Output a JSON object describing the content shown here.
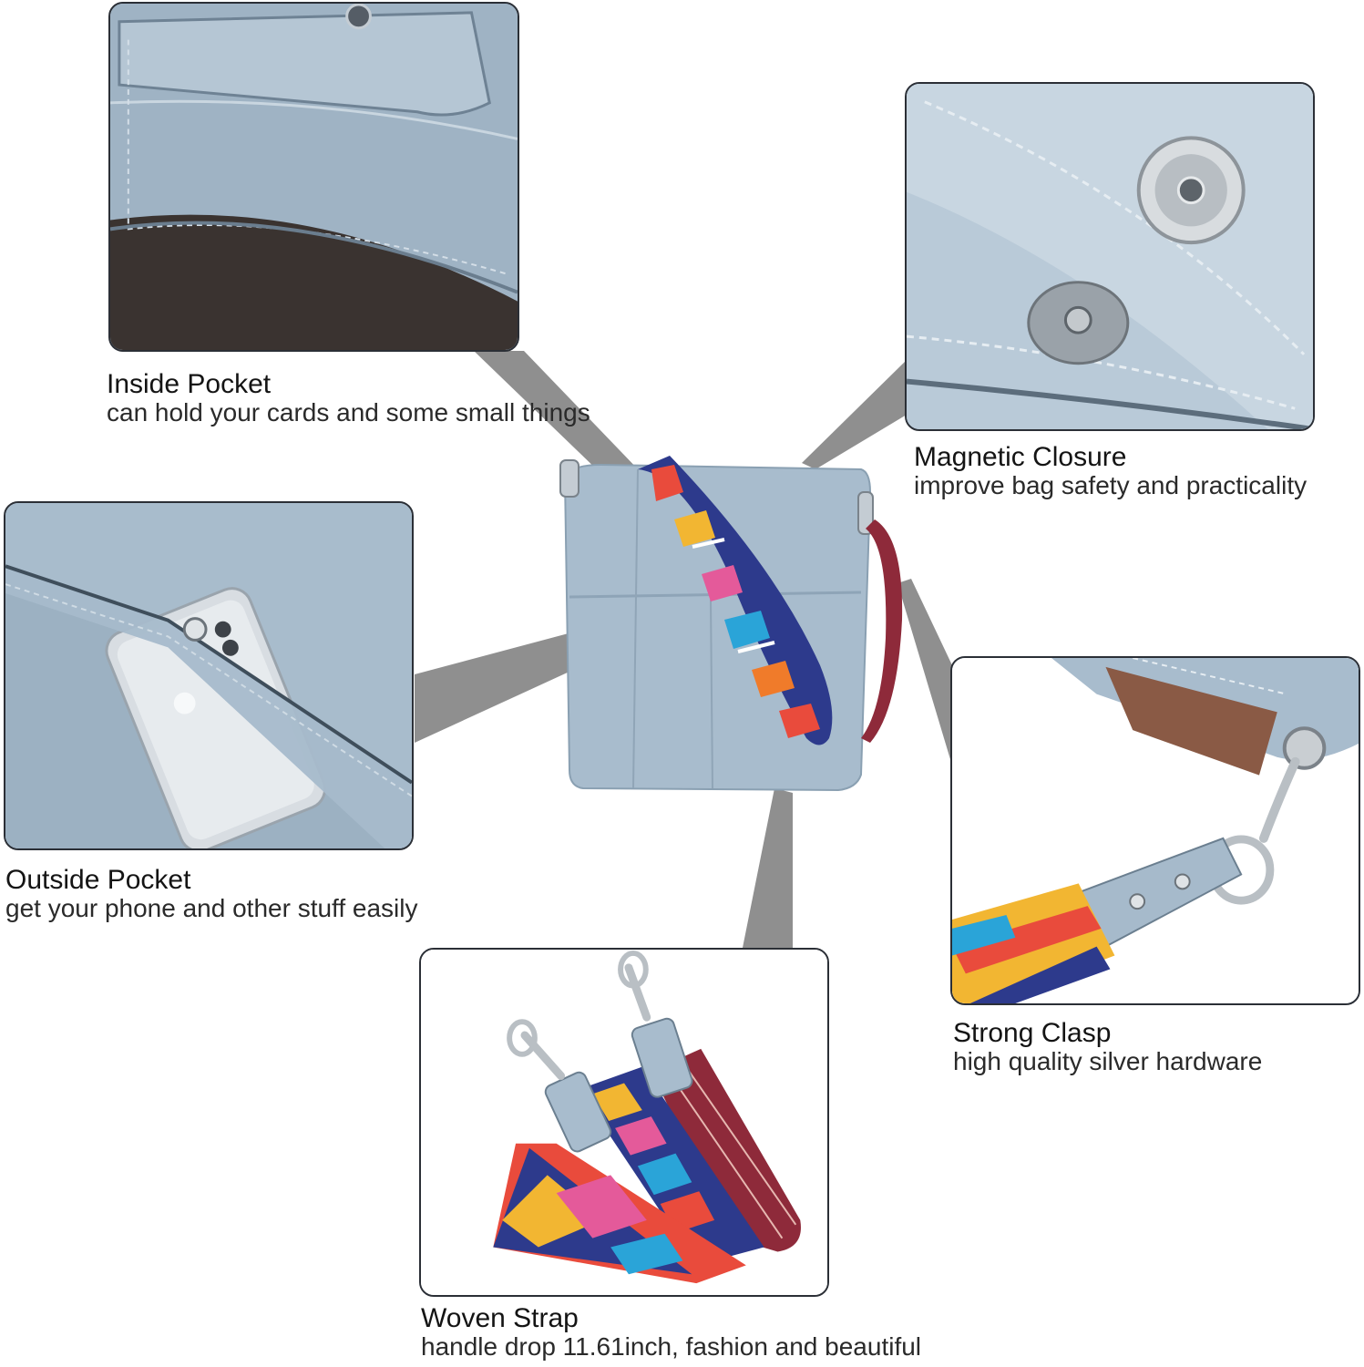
{
  "features": [
    {
      "id": "inside-pocket",
      "title": "Inside Pocket",
      "desc": "can hold your cards and some small things"
    },
    {
      "id": "magnetic-closure",
      "title": "Magnetic Closure",
      "desc": "improve bag safety and practicality"
    },
    {
      "id": "outside-pocket",
      "title": "Outside Pocket",
      "desc": "get your phone and other stuff easily"
    },
    {
      "id": "strong-clasp",
      "title": "Strong Clasp",
      "desc": "high quality silver hardware"
    },
    {
      "id": "woven-strap",
      "title": "Woven Strap",
      "desc": "handle drop 11.61inch, fashion and beautiful"
    }
  ],
  "colors": {
    "leather": "#a9bccd",
    "leather_light": "#c6d4df",
    "leather_dark": "#7f95a8",
    "connector": "#8f8f8f",
    "panel_border": "#2b2f36",
    "strap_red": "#8e2a3a"
  }
}
